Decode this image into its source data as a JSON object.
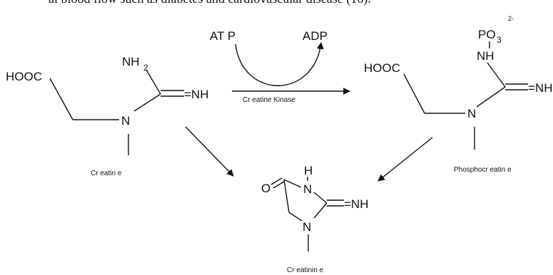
{
  "header_text": "al blood flow such as diabetes and cardiovascular disease (16).",
  "colors": {
    "ink": "#111111",
    "background": "#ffffff"
  },
  "creatine": {
    "hooc": "HOOC",
    "nh": "NH",
    "nh_sub": "2",
    "imine": "=NH",
    "n": "N",
    "caption": "Cr eatin e"
  },
  "reaction": {
    "atp": "AT P",
    "adp": "ADP",
    "enzyme": "Cr eatine Kinase"
  },
  "phosphocreatine": {
    "po": "PO",
    "po_sub": "3",
    "charge": "2-",
    "nh": "NH",
    "hooc": "HOOC",
    "imine": "=NH",
    "n": "N",
    "caption": "Phosphocr   eatin e"
  },
  "creatinine": {
    "h": "H",
    "o": "O",
    "n_top": "N",
    "imine": "=NH",
    "n_bottom": "N",
    "caption": "Cr eatinin e"
  }
}
